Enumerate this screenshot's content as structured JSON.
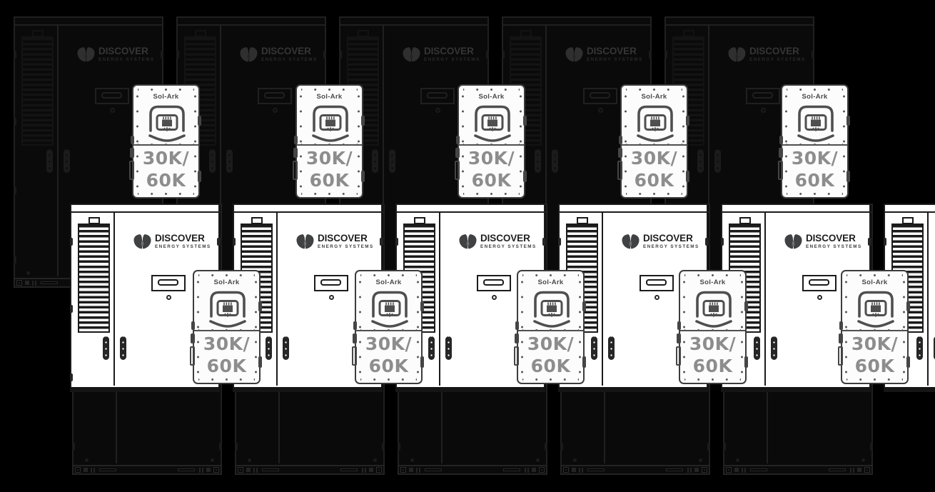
{
  "scene": {
    "background_color": "#000000",
    "foreground_cabinet_count": 6,
    "background_top_cabinet_count": 5,
    "background_bottom_cabinet_count": 5,
    "top_inverter_count": 5,
    "bottom_inverter_count": 5
  },
  "cabinet": {
    "brand": "DISCOVER",
    "tagline": "ENERGY SYSTEMS",
    "logo_icon": "discover-droplets-icon"
  },
  "inverter": {
    "brand": "Sol-Ark",
    "rating_line1": "30K/",
    "rating_line2": "60K",
    "logo_icon": "inverter-arch-icon",
    "rating_color": "#8d8d8d"
  }
}
